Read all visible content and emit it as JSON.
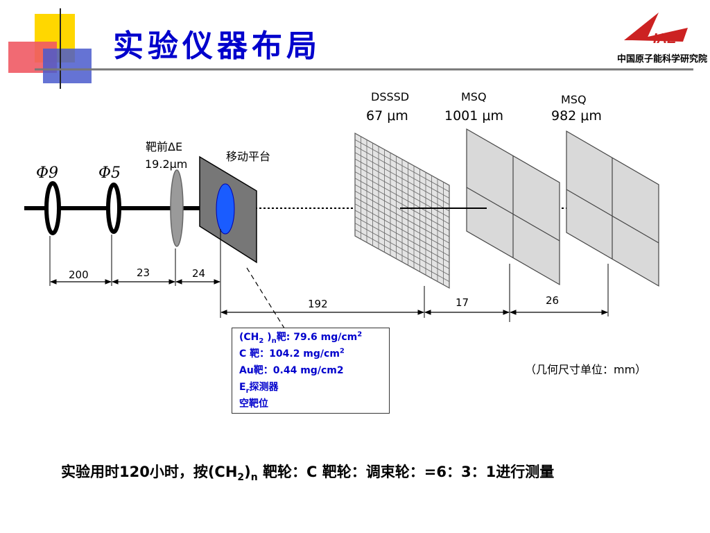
{
  "slide": {
    "title": "实验仪器布局",
    "logo_mark": "IAE",
    "logo_caption": "中国原子能科学研究院"
  },
  "diagram": {
    "apertures": [
      {
        "label": "Φ9"
      },
      {
        "label": "Φ5"
      }
    ],
    "delta_e": {
      "label": "靶前ΔE",
      "thickness": "19.2μm"
    },
    "moving_stage": {
      "label": "移动平台"
    },
    "detectors": [
      {
        "name": "DSSSD",
        "thickness": "67 μm"
      },
      {
        "name": "MSQ",
        "thickness": "1001 μm"
      },
      {
        "name": "MSQ",
        "thickness": "982 μm"
      }
    ],
    "dimensions": [
      "200",
      "23",
      "24",
      "192",
      "17",
      "26"
    ],
    "target_info": {
      "line1_pre": "(CH",
      "line1_sub": "2",
      "line1_mid": " )",
      "line1_sub2": "n",
      "line1_post": "靶: 79.6 mg/cm",
      "line1_sup": "2",
      "line2_pre": "C 靶：104.2 mg/cm",
      "line2_sup": "2",
      "line3": "Au靶：0.44 mg/cm2",
      "line4_pre": "E",
      "line4_sub": "r",
      "line4_post": "探测器",
      "line5": "空靶位"
    },
    "unit_note": "（几何尺寸单位：mm）"
  },
  "footer": {
    "pre": "实验用时120小时，按(CH",
    "sub1": "2",
    "mid": ")",
    "sub2": "n",
    "post": " 靶轮：C 靶轮：调束轮：=6：3：1进行测量"
  },
  "colors": {
    "title": "#0000cc",
    "target_blue": "#1a5cff",
    "stage_gray": "#777777",
    "detector_gray": "#d9d9d9",
    "deco_yellow": "#ffd700",
    "deco_red": "#f05a64",
    "deco_blue": "#4a5acc",
    "logo_red": "#cc2222"
  }
}
